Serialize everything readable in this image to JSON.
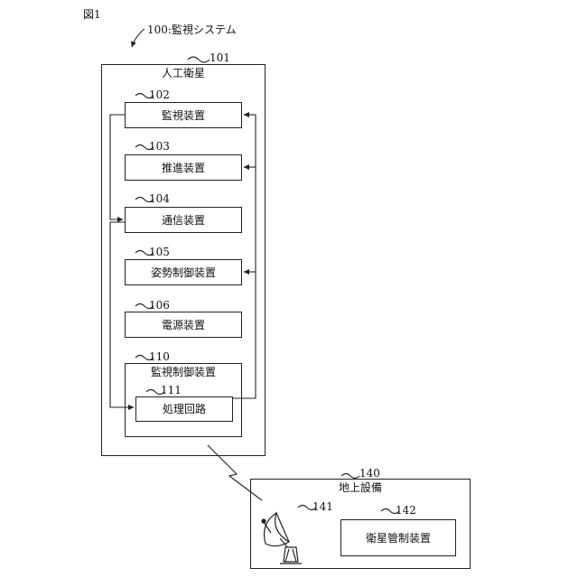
{
  "figure_label": "図1",
  "system": {
    "ref": "100",
    "name": "監視システム"
  },
  "satellite": {
    "ref": "101",
    "name": "人工衛星",
    "devices": [
      {
        "ref": "102",
        "name": "監視装置"
      },
      {
        "ref": "103",
        "name": "推進装置"
      },
      {
        "ref": "104",
        "name": "通信装置"
      },
      {
        "ref": "105",
        "name": "姿勢制御装置"
      },
      {
        "ref": "106",
        "name": "電源装置"
      }
    ],
    "controller": {
      "ref": "110",
      "name": "監視制御装置",
      "circuit": {
        "ref": "111",
        "name": "処理回路"
      }
    }
  },
  "ground": {
    "ref": "140",
    "name": "地上設備",
    "antenna": {
      "ref": "141"
    },
    "control": {
      "ref": "142",
      "name": "衛星管制装置"
    }
  }
}
